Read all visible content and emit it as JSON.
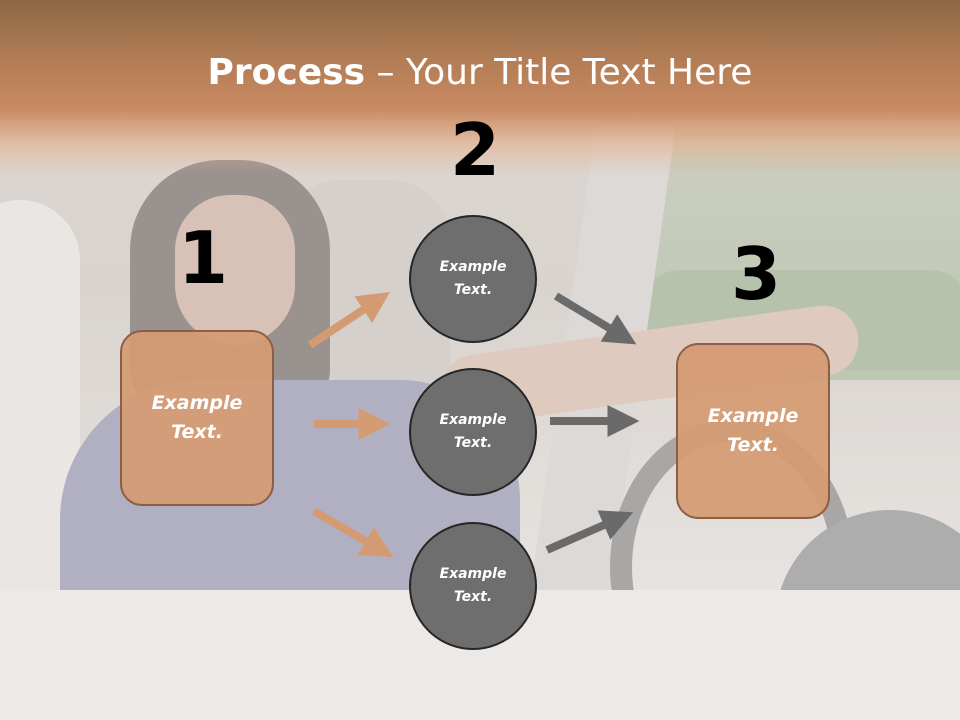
{
  "slide": {
    "title_bold": "Process",
    "title_rest": " – Your Title Text Here"
  },
  "steps": [
    {
      "number": "1",
      "text": "Example Text."
    },
    {
      "number": "2",
      "items": [
        {
          "text": "Example Text."
        },
        {
          "text": "Example Text."
        },
        {
          "text": "Example Text."
        }
      ]
    },
    {
      "number": "3",
      "text": "Example Text."
    }
  ],
  "colors": {
    "accent_orange": "#d49b72",
    "arrow_orange": "#d49b72",
    "arrow_gray": "#6a6a6a",
    "circle_gray": "#6e6e6e",
    "title_band": "#c98a62"
  }
}
